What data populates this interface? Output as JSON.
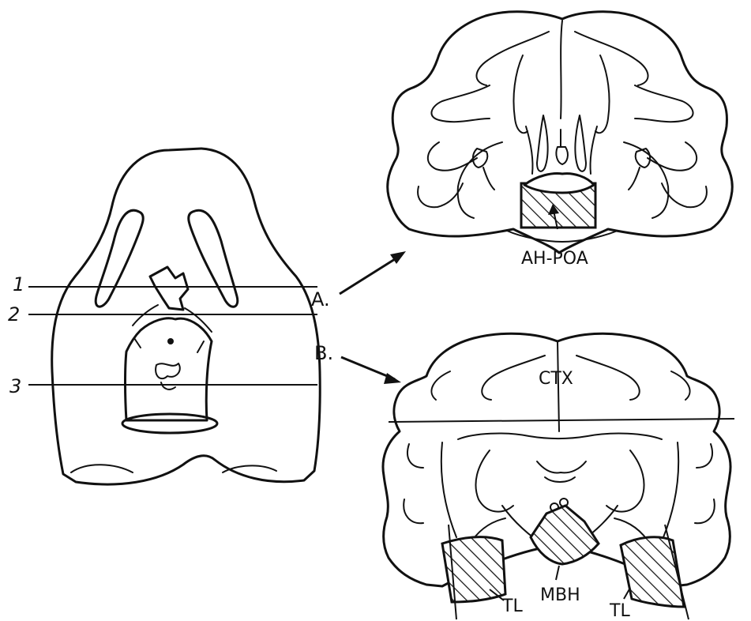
{
  "section_lines": [
    "1",
    "2",
    "3"
  ],
  "panels": {
    "a": {
      "letter": "A.",
      "region_label": "AH-POA"
    },
    "b": {
      "letter": "B.",
      "cortex_label": "CTX",
      "region_label": "MBH",
      "left_lesion_label": "TL",
      "right_lesion_label": "TL"
    }
  }
}
